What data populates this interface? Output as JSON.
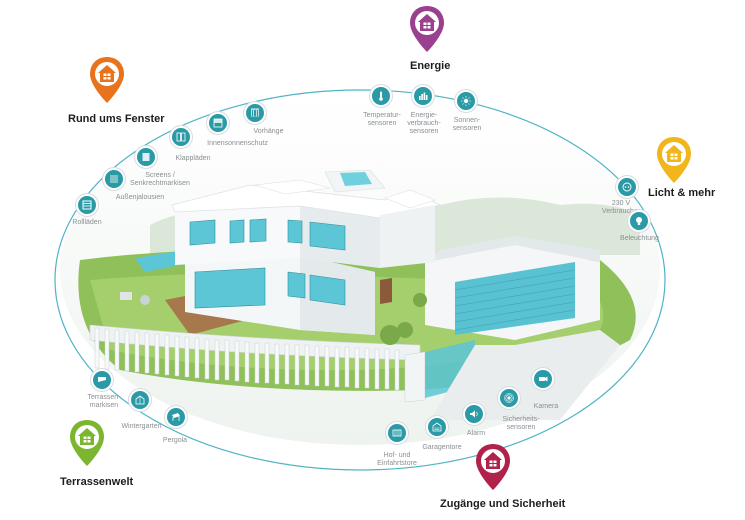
{
  "colors": {
    "teal": "#2a9aa6",
    "orange": "#e8731c",
    "purple": "#9b3f8f",
    "yellow": "#f2b51b",
    "green": "#7cb52f",
    "crimson": "#b0224a",
    "ellipse": "#4fb3c4"
  },
  "categories": {
    "rund": {
      "title": "Rund ums Fenster",
      "color": "#e8731c"
    },
    "energie": {
      "title": "Energie",
      "color": "#9b3f8f"
    },
    "licht": {
      "title": "Licht & mehr",
      "color": "#f2b51b"
    },
    "terrasse": {
      "title": "Terrassenwelt",
      "color": "#7cb52f"
    },
    "zugaenge": {
      "title": "Zugänge und Sicherheit",
      "color": "#b0224a"
    }
  },
  "features": {
    "rollladen": {
      "label": "Rollläden",
      "icon": "roller-shutter-icon"
    },
    "aussenjalousien": {
      "label": "Außenjalousien",
      "icon": "exterior-blinds-icon"
    },
    "screens": {
      "label": "Screens /\nSenkrechtmarkisen",
      "icon": "screen-icon"
    },
    "klappladen": {
      "label": "Klappläden",
      "icon": "folding-shutter-icon"
    },
    "innensonnenschutz": {
      "label": "Innensonnenschutz",
      "icon": "interior-sunshade-icon"
    },
    "vorhaenge": {
      "label": "Vorhänge",
      "icon": "curtain-icon"
    },
    "temperatur": {
      "label": "Temperatur-\nsensoren",
      "icon": "thermometer-icon"
    },
    "energieverbrauch": {
      "label": "Energie-\nverbrauch-\nsensoren",
      "icon": "energy-bars-icon"
    },
    "sonnen": {
      "label": "Sonnen-\nsensoren",
      "icon": "sun-icon"
    },
    "verbraucher": {
      "label": "230 V\nVerbraucher",
      "icon": "socket-icon"
    },
    "beleuchtung": {
      "label": "Beleuchtung",
      "icon": "lightbulb-icon"
    },
    "terrassenmarkisen": {
      "label": "Terrassen-\nmarkisen",
      "icon": "awning-icon"
    },
    "wintergarten": {
      "label": "Wintergarten",
      "icon": "wintergarden-icon"
    },
    "pergola": {
      "label": "Pergola",
      "icon": "pergola-icon"
    },
    "hoftore": {
      "label": "Hof- und\nEinfahrtstore",
      "icon": "gate-icon"
    },
    "garagentore": {
      "label": "Garagentore",
      "icon": "garage-door-icon"
    },
    "alarm": {
      "label": "Alarm",
      "icon": "siren-icon"
    },
    "sicherheitssensoren": {
      "label": "Sicherheits-\nsensoren",
      "icon": "motion-sensor-icon"
    },
    "kamera": {
      "label": "Kamera",
      "icon": "camera-icon"
    }
  }
}
